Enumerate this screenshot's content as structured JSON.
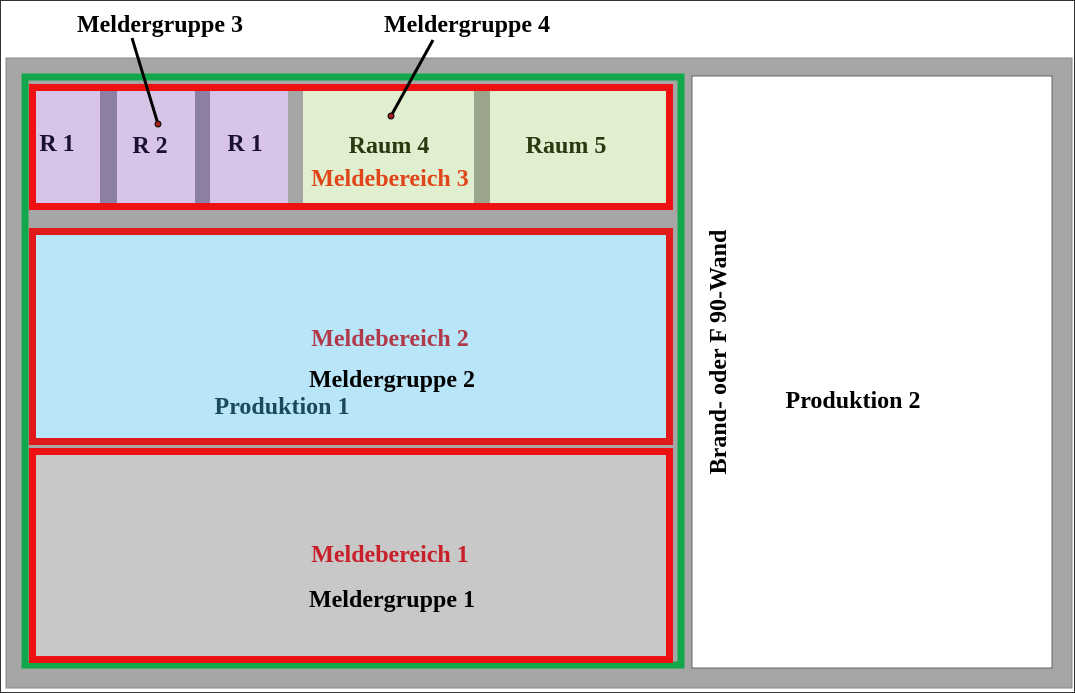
{
  "labels": {
    "meldergruppe_3": "Meldergruppe 3",
    "meldergruppe_4": "Meldergruppe 4",
    "room_r1_a": "R 1",
    "room_r2": "R 2",
    "room_r1_b": "R 1",
    "room_raum4": "Raum 4",
    "room_raum5": "Raum 5",
    "meldebereich_3": "Meldebereich 3",
    "meldebereich_2": "Meldebereich 2",
    "meldergruppe_2": "Meldergruppe 2",
    "produktion_1": "Produktion 1",
    "meldebereich_1": "Meldebereich 1",
    "meldergruppe_1": "Meldergruppe 1",
    "wall": "Brand- oder F 90-Wand",
    "produktion_2": "Produktion 2"
  },
  "colors": {
    "wall_gray": "#a6a6a6",
    "green_border": "#10a84a",
    "red_border": "#ee1111",
    "lavender": "#d7c4e6",
    "light_green": "#e0efcf",
    "light_blue": "#b8e6f8",
    "light_gray": "#c8c8c8",
    "meldebereich_text": "#c0392b",
    "meldebereich_2_text": "#b03a4a",
    "produktion_1_text": "#1b4a5e",
    "raum_text": "#2a3a10"
  }
}
